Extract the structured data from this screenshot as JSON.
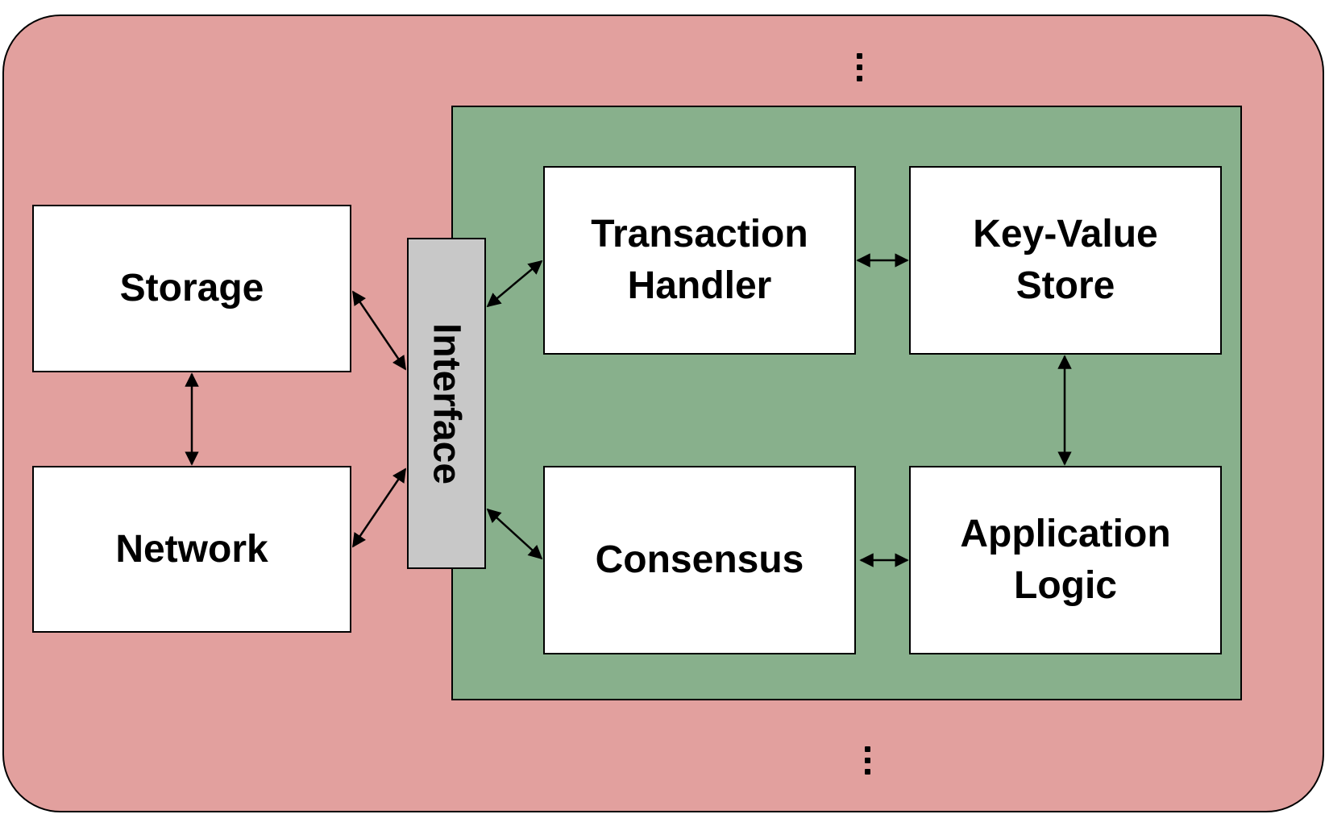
{
  "boxes": {
    "storage": "Storage",
    "network": "Network",
    "interface": "Interface",
    "transaction_handler": [
      "Transaction",
      "Handler"
    ],
    "key_value_store": [
      "Key-Value",
      "Store"
    ],
    "consensus": "Consensus",
    "application_logic": [
      "Application",
      "Logic"
    ]
  },
  "colors": {
    "outer_region": "#e2a09e",
    "inner_region": "#88b08c",
    "interface": "#c8c8c8",
    "box": "#ffffff",
    "stroke": "#000000"
  }
}
